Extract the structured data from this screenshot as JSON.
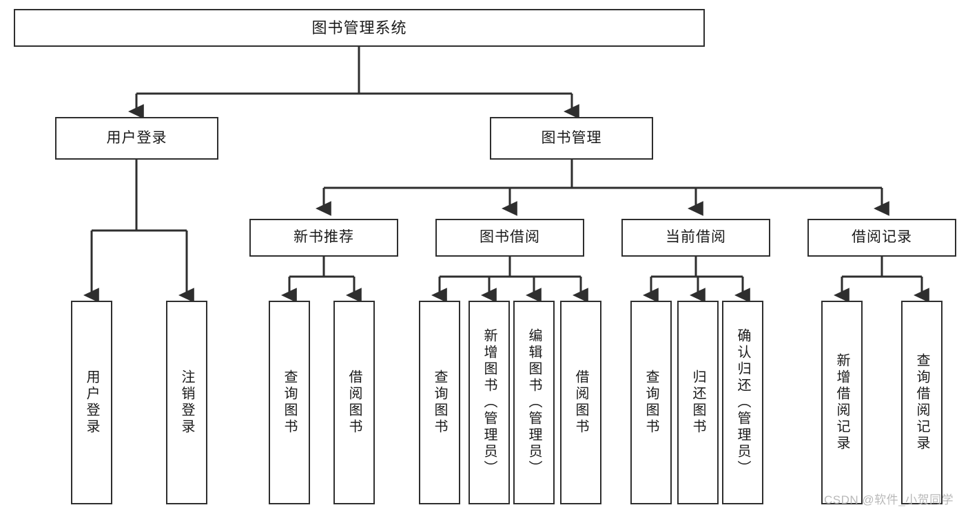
{
  "diagram": {
    "title": "图书管理系统",
    "type": "tree-hierarchy-diagram",
    "colors": {
      "box_border": "#2e2e2e",
      "box_fill": "#ffffff",
      "edge": "#2e2e2e",
      "text": "#1a1a1a",
      "watermark": "#b9b9b9",
      "background": "#ffffff"
    },
    "watermark": "CSDN @软件_小贺同学",
    "nodes": {
      "root": {
        "label": "图书管理系统"
      },
      "level2": [
        {
          "id": "user-login",
          "label": "用户登录"
        },
        {
          "id": "book-manage",
          "label": "图书管理"
        }
      ],
      "level3": [
        {
          "id": "new-book-recommend",
          "label": "新书推荐"
        },
        {
          "id": "book-borrow",
          "label": "图书借阅"
        },
        {
          "id": "current-borrow",
          "label": "当前借阅"
        },
        {
          "id": "borrow-record",
          "label": "借阅记录"
        }
      ],
      "leaves": {
        "user_login": [
          {
            "id": "leaf-user-login",
            "label": "用户登录"
          },
          {
            "id": "leaf-logout-login",
            "label": "注销登录"
          }
        ],
        "new_book_recommend": [
          {
            "id": "leaf-query-book-1",
            "label": "查询图书"
          },
          {
            "id": "leaf-borrow-book-1",
            "label": "借阅图书"
          }
        ],
        "book_borrow": [
          {
            "id": "leaf-query-book-2",
            "label": "查询图书"
          },
          {
            "id": "leaf-add-book-admin",
            "label": "新增图书（管理员）"
          },
          {
            "id": "leaf-edit-book-admin",
            "label": "编辑图书（管理员）"
          },
          {
            "id": "leaf-borrow-book-2",
            "label": "借阅图书"
          }
        ],
        "current_borrow": [
          {
            "id": "leaf-query-book-3",
            "label": "查询图书"
          },
          {
            "id": "leaf-return-book",
            "label": "归还图书"
          },
          {
            "id": "leaf-confirm-return-admin",
            "label": "确认归还（管理员）"
          }
        ],
        "borrow_record": [
          {
            "id": "leaf-add-borrow-record",
            "label": "新增借阅记录"
          },
          {
            "id": "leaf-query-borrow-record",
            "label": "查询借阅记录"
          }
        ]
      }
    }
  }
}
